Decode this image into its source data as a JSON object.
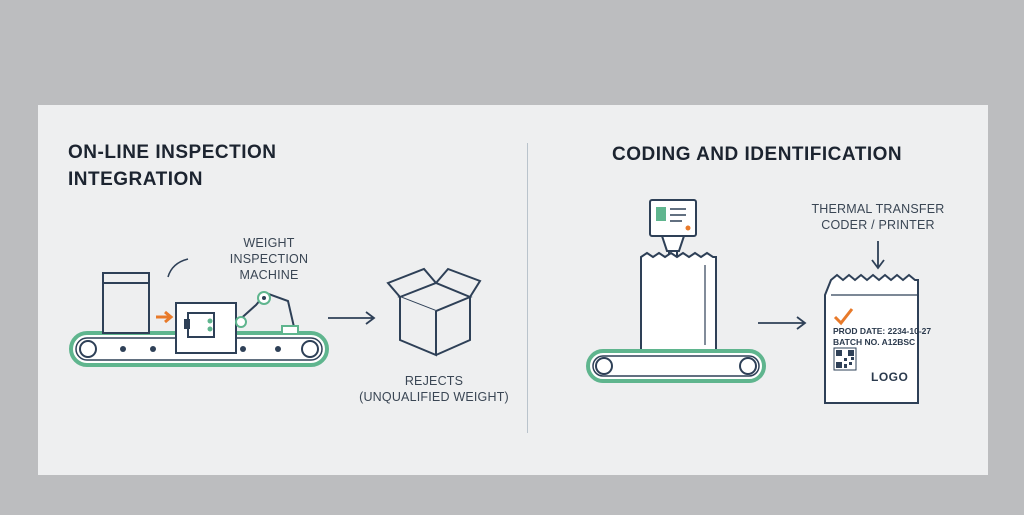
{
  "left_panel": {
    "title_line1": "ON-LINE INSPECTION",
    "title_line2": "INTEGRATION",
    "machine_label_line1": "WEIGHT",
    "machine_label_line2": "INSPECTION",
    "machine_label_line3": "MACHINE",
    "rejects_label_line1": "REJECTS",
    "rejects_label_line2": "(UNQUALIFIED WEIGHT)"
  },
  "right_panel": {
    "title": "CODING AND IDENTIFICATION",
    "printer_label_line1": "THERMAL TRANSFER",
    "printer_label_line2": "CODER / PRINTER",
    "bag_prod_date": "PROD DATE: 2234-10-27",
    "bag_batch_no": "BATCH NO. A12BSC",
    "bag_logo": "LOGO"
  },
  "colors": {
    "outline": "#2e4057",
    "accent_green": "#5fb58e",
    "accent_orange": "#e87a2a",
    "background": "#eeeff0",
    "frame": "#bcbdbf"
  }
}
